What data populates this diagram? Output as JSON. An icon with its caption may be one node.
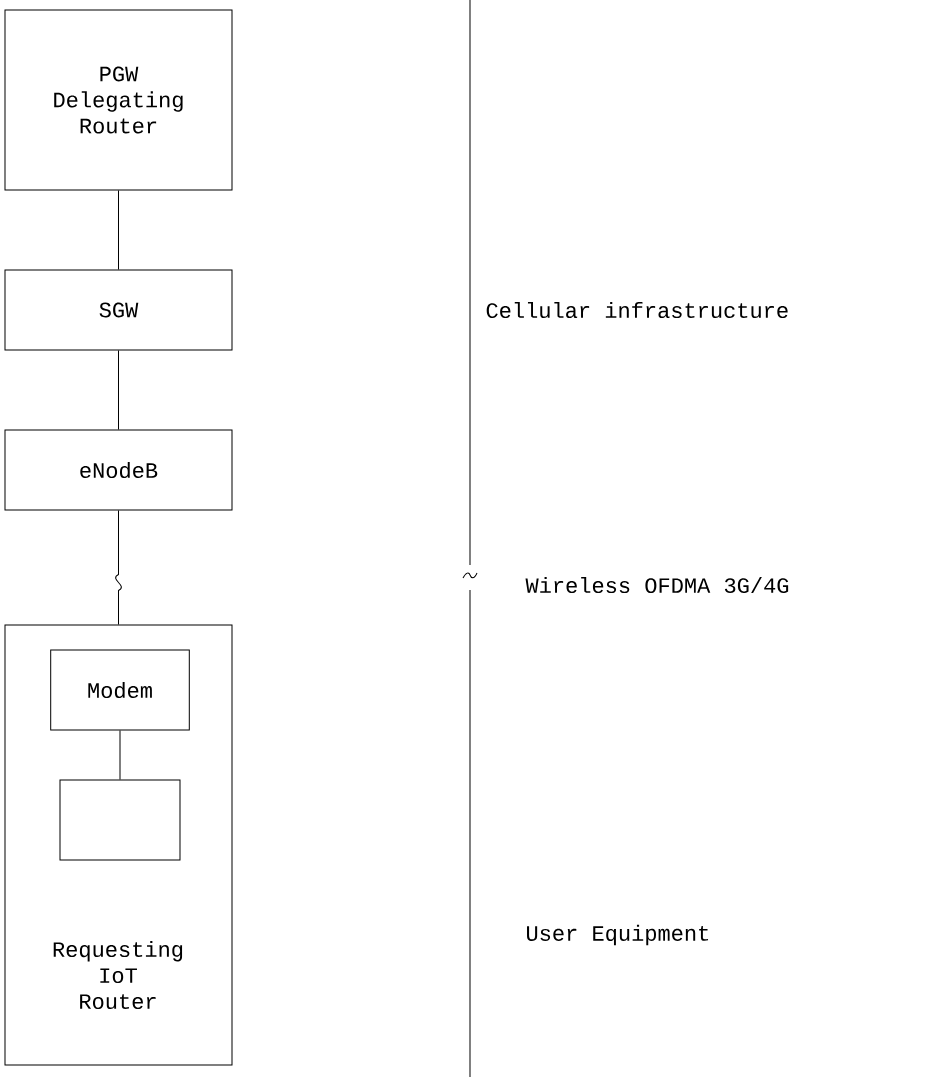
{
  "diagram": {
    "nodes": [
      {
        "text": [
          "PGW Delegating Router"
        ]
      },
      {
        "text": [
          "SGW"
        ]
      },
      {
        "text": [
          "eNodeB"
        ]
      },
      {
        "text": [
          "Requesting IoT Router"
        ]
      },
      {
        "text": [
          "Modem"
        ],
        "in": 3
      },
      {
        "text": [],
        "shape": "box",
        "in": 3
      }
    ],
    "edges": [
      {
        "from": 0,
        "to": 1,
        "arrow": "none"
      },
      {
        "from": 1,
        "to": 2,
        "arrow": "none"
      },
      {
        "from": 2,
        "to": 3,
        "arrow": "none"
      },
      {
        "from": 4,
        "to": 5,
        "arrow": "none"
      }
    ],
    "labels": [
      "Cellular infrastructure",
      "Wireless OFDMA 3G/4G",
      "User Equipment"
    ]
  }
}
